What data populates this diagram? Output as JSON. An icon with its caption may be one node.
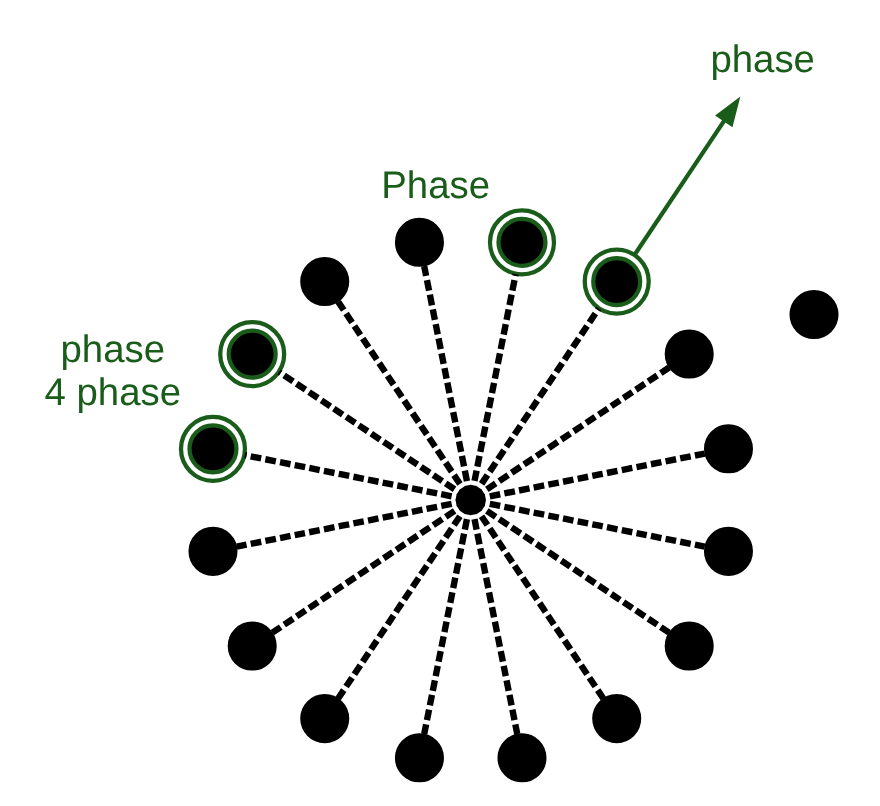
{
  "diagram": {
    "nodes": [
      {
        "text": [],
        "shape": "circle"
      },
      {
        "text": [],
        "shape": "circle"
      },
      {
        "text": [],
        "shape": "circle"
      },
      {
        "text": [
          "phase"
        ]
      },
      {
        "text": [],
        "shape": "circle",
        "beside": [
          "Phase"
        ]
      },
      {
        "text": [],
        "shape": "circle"
      },
      {
        "text": [],
        "shape": "circle"
      },
      {
        "text": [],
        "shape": "circle"
      },
      {
        "text": [],
        "shape": "circle",
        "beside": [
          "phase",
          "4 phase"
        ]
      },
      {
        "text": [],
        "shape": "circle"
      },
      {
        "text": [],
        "shape": "circle"
      },
      {
        "text": [],
        "shape": "circle"
      },
      {
        "text": [],
        "shape": "circle"
      },
      {
        "text": [],
        "shape": "circle"
      },
      {
        "text": [],
        "shape": "circle"
      },
      {
        "text": [],
        "shape": "circle"
      },
      {
        "text": [],
        "shape": "circle"
      },
      {
        "text": [],
        "shape": "circle"
      },
      {
        "text": [],
        "shape": "circle"
      }
    ],
    "edges": [
      {
        "from": 2,
        "to": 3,
        "arrow": "to",
        "color": "#1a5c1a"
      },
      {
        "from": 9,
        "to": 0,
        "arrow": "none",
        "style": "dashed"
      },
      {
        "from": 9,
        "to": 1,
        "arrow": "none",
        "style": "dashed"
      },
      {
        "from": 9,
        "to": 2,
        "arrow": "none",
        "style": "dashed"
      },
      {
        "from": 9,
        "to": 4,
        "arrow": "none",
        "style": "dashed"
      },
      {
        "from": 9,
        "to": 5,
        "arrow": "none",
        "style": "dashed"
      },
      {
        "from": 9,
        "to": 6,
        "arrow": "none",
        "style": "dashed"
      },
      {
        "from": 9,
        "to": 7,
        "arrow": "none",
        "style": "dashed"
      },
      {
        "from": 9,
        "to": 8,
        "arrow": "none",
        "style": "dashed"
      },
      {
        "from": 9,
        "to": 11,
        "arrow": "none",
        "style": "dashed"
      },
      {
        "from": 9,
        "to": 12,
        "arrow": "none",
        "style": "dashed"
      },
      {
        "from": 9,
        "to": 13,
        "arrow": "none",
        "style": "dashed"
      },
      {
        "from": 9,
        "to": 14,
        "arrow": "none",
        "style": "dashed"
      },
      {
        "from": 9,
        "to": 15,
        "arrow": "none",
        "style": "dashed"
      },
      {
        "from": 9,
        "to": 16,
        "arrow": "none",
        "style": "dashed"
      },
      {
        "from": 9,
        "to": 17,
        "arrow": "none",
        "style": "dashed"
      },
      {
        "from": 9,
        "to": 18,
        "arrow": "none",
        "style": "dashed"
      }
    ]
  }
}
